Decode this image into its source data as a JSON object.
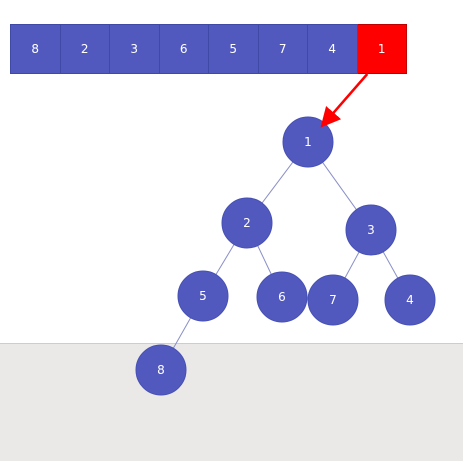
{
  "colors": {
    "node_fill": "#5159bf",
    "node_stroke": "#4650b3",
    "highlight_fill": "#ff0000",
    "highlight_stroke": "#c00000",
    "edge": "#8a8fc8",
    "arrow": "#ff0000",
    "panel_background": "#ebe9e7"
  },
  "array": [
    {
      "value": "8",
      "highlighted": false
    },
    {
      "value": "2",
      "highlighted": false
    },
    {
      "value": "3",
      "highlighted": false
    },
    {
      "value": "6",
      "highlighted": false
    },
    {
      "value": "5",
      "highlighted": false
    },
    {
      "value": "7",
      "highlighted": false
    },
    {
      "value": "4",
      "highlighted": false
    },
    {
      "value": "1",
      "highlighted": true
    }
  ],
  "tree": {
    "nodes": [
      {
        "id": "n1",
        "label": "1"
      },
      {
        "id": "n2",
        "label": "2"
      },
      {
        "id": "n3",
        "label": "3"
      },
      {
        "id": "n5",
        "label": "5"
      },
      {
        "id": "n6",
        "label": "6"
      },
      {
        "id": "n7",
        "label": "7"
      },
      {
        "id": "n4",
        "label": "4"
      },
      {
        "id": "n8",
        "label": "8"
      }
    ],
    "edges": [
      {
        "from": "n1",
        "to": "n2"
      },
      {
        "from": "n1",
        "to": "n3"
      },
      {
        "from": "n2",
        "to": "n5"
      },
      {
        "from": "n2",
        "to": "n6"
      },
      {
        "from": "n3",
        "to": "n7"
      },
      {
        "from": "n3",
        "to": "n4"
      },
      {
        "from": "n5",
        "to": "n8"
      }
    ]
  },
  "arrow": {
    "from_array_index": 7,
    "to_node": "n1"
  }
}
